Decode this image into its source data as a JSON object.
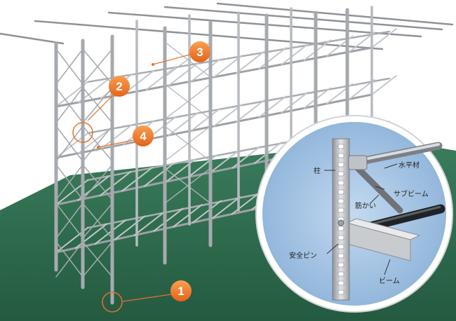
{
  "callouts": [
    {
      "number": "1"
    },
    {
      "number": "2"
    },
    {
      "number": "3"
    },
    {
      "number": "4"
    }
  ],
  "detail_labels": {
    "column": "柱",
    "horizontal": "水平材",
    "brace": "筋かい",
    "sub_beam": "サブビーム",
    "safety_pin": "安全ピン",
    "beam": "ビーム"
  },
  "colors": {
    "floor": "#2e6e4f",
    "steel": "#b9bcbf",
    "callout": "#f07a28",
    "detail_bg": "#a8c6e6"
  }
}
